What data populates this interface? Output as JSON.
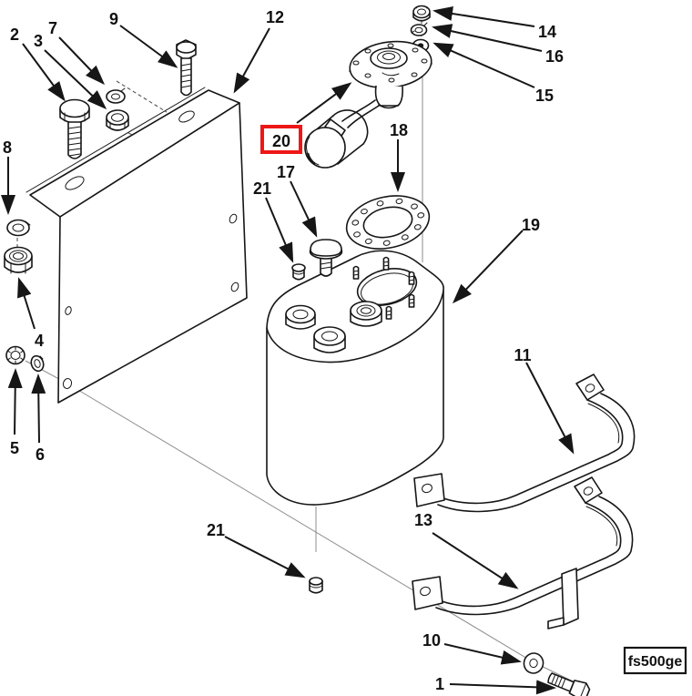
{
  "figure": {
    "code_label": "fs500ge"
  },
  "style": {
    "highlight_color": "#ee1717",
    "ink_color": "#161616"
  },
  "highlight": {
    "highlighted_callout": "20"
  },
  "callouts": [
    "2",
    "3",
    "7",
    "9",
    "12",
    "14",
    "16",
    "15",
    "20",
    "18",
    "17",
    "21",
    "8",
    "19",
    "4",
    "5",
    "6",
    "11",
    "13",
    "21",
    "10",
    "1"
  ]
}
